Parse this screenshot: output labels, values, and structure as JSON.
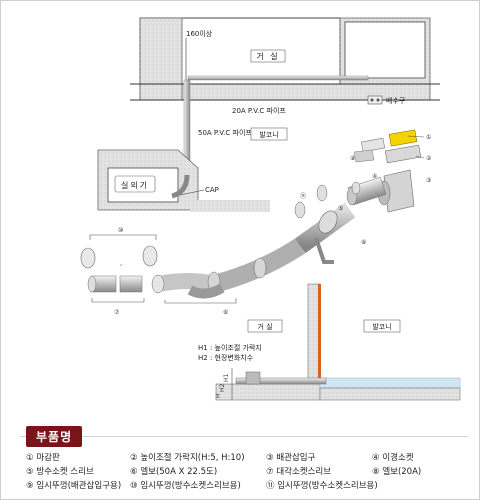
{
  "labels": {
    "room_living": "거  실",
    "balcony": "발코니",
    "height_160": "160이상",
    "pipe_20": "20A P.V.C 파이프",
    "pipe_50": "50A P.V.C 파이프",
    "drain": "배수구",
    "outdoor_unit": "실외기",
    "cap": "CAP",
    "section_living": "거 실",
    "section_balcony": "발코니",
    "h1_note": "H1 : 높이조절 가락지",
    "h2_note": "H2 : 현장변화치수",
    "dim_h1": "H1",
    "dim_h2": "H2",
    "dim_h": "H"
  },
  "callouts": [
    "①",
    "②",
    "③",
    "④",
    "⑤",
    "⑥",
    "⑦",
    "⑧",
    "⑨",
    "⑩",
    "⑪"
  ],
  "legend": {
    "title": "부품명",
    "parts": [
      "① 마감판",
      "② 높이조절 가락지(H:5, H:10)",
      "③ 배관삽입구",
      "④ 이경소켓",
      "⑤ 방수소켓 스리브",
      "⑥ 엘보(50A X 22.5도)",
      "⑦ 대각소켓스리브",
      "⑧ 엘보(20A)",
      "⑨ 임시뚜껑(배관삽입구용)",
      "⑩ 임시뚜껑(방수소켓스리브용)",
      "⑪ 임시뚜껑(방수소켓스리브용)"
    ]
  },
  "colors": {
    "accent": "#7a1418",
    "wall": "#d9d9d9",
    "water": "#cfe6f3",
    "orange": "#d9621e"
  }
}
